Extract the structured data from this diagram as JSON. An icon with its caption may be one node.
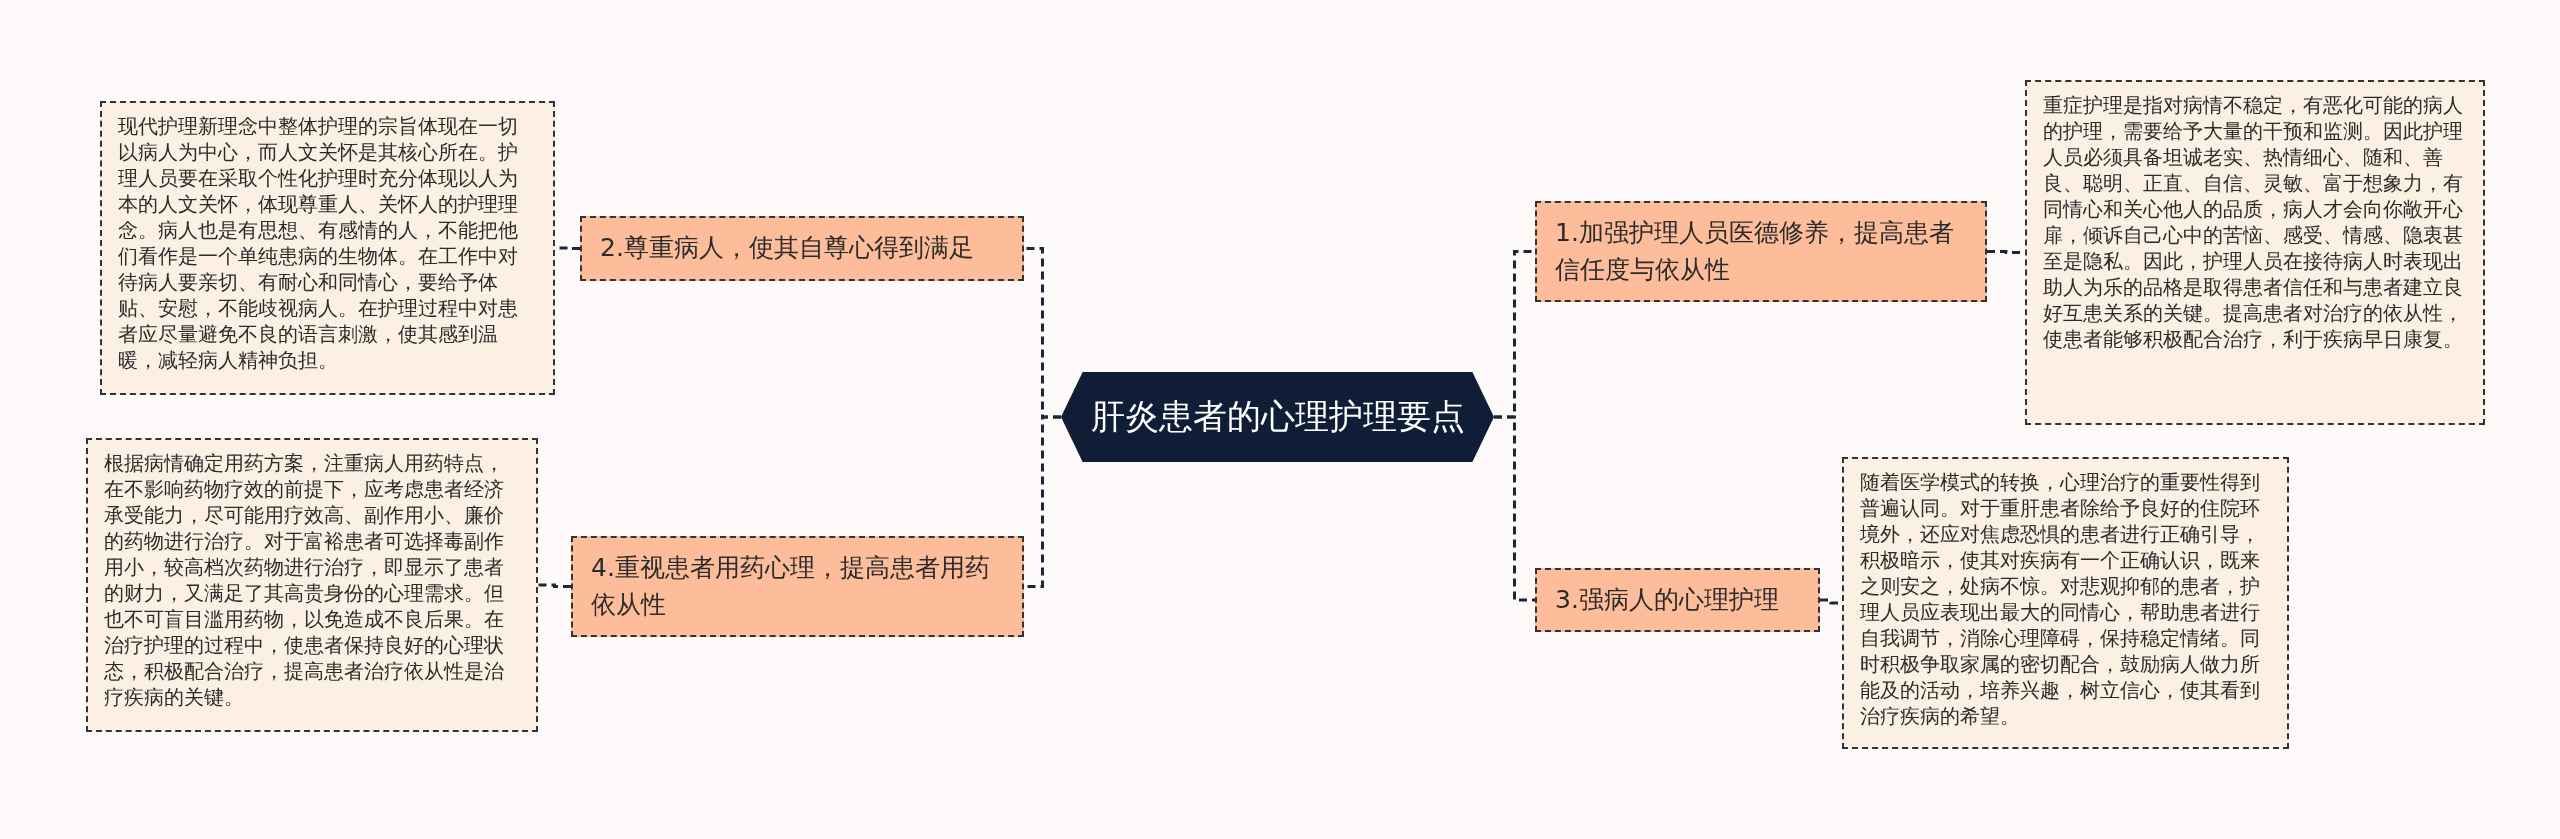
{
  "diagram": {
    "nodes": [
      {
        "text": [
          "肝炎患者的心理护理要点"
        ]
      },
      {
        "text": [
          "1.加强护理人员医德修养，提高患者信任度与依从性"
        ]
      },
      {
        "text": [
          "重症护理是指对病情不稳定，有恶化可能的病人的护理，需要给予大量的干预和监测。因此护理人员必须具备坦诚老实、热情细心、随和、善良、聪明、正直、自信、灵敏、富于想象力，有同情心和关心他人的品质，病人才会向你敞开心扉，倾诉自己心中的苦恼、感受、情感、隐衷甚至是隐私。因此，护理人员在接待病人时表现出助人为乐的品格是取得患者信任和与患者建立良好互患关系的关键。提高患者对治疗的依从性，使患者能够积极配合治疗，利于疾病早日康复。"
        ]
      },
      {
        "text": [
          "2.尊重病人，使其自尊心得到满足"
        ]
      },
      {
        "text": [
          "现代护理新理念中整体护理的宗旨体现在一切以病人为中心，而人文关怀是其核心所在。护理人员要在采取个性化护理时充分体现以人为本的人文关怀，体现尊重人、关怀人的护理理念。病人也是有思想、有感情的人，不能把他们看作是一个单纯患病的生物体。在工作中对待病人要亲切、有耐心和同情心，要给予体贴、安慰，不能歧视病人。在护理过程中对患者应尽量避免不良的语言刺激，使其感到温暖，减轻病人精神负担。"
        ]
      },
      {
        "text": [
          "3.强病人的心理护理"
        ]
      },
      {
        "text": [
          "随着医学模式的转换，心理治疗的重要性得到普遍认同。对于重肝患者除给予良好的住院环境外，还应对焦虑恐惧的患者进行正确引导，积极暗示，使其对疾病有一个正确认识，既来之则安之，处病不惊。对悲观抑郁的患者，护理人员应表现出最大的同情心，帮助患者进行自我调节，消除心理障碍，保持稳定情绪。同时积极争取家属的密切配合，鼓励病人做力所能及的活动，培养兴趣，树立信心，使其看到治疗疾病的希望。"
        ]
      },
      {
        "text": [
          "4.重视患者用药心理，提高患者用药依从性"
        ]
      },
      {
        "text": [
          "根据病情确定用药方案，注重病人用药特点，在不影响药物疗效的前提下，应考虑患者经济承受能力，尽可能用疗效高、副作用小、廉价的药物进行治疗。对于富裕患者可选择毒副作用小，较高档次药物进行治疗，即显示了患者的财力，又满足了其高贵身份的心理需求。但也不可盲目滥用药物，以免造成不良后果。在治疗护理的过程中，使患者保持良好的心理状态，积极配合治疗，提高患者治疗依从性是治疗疾病的关键。"
        ]
      }
    ],
    "edges": [
      {
        "from": 0,
        "to": 1,
        "arrow": "none"
      },
      {
        "from": 1,
        "to": 2,
        "arrow": "none"
      },
      {
        "from": 0,
        "to": 3,
        "arrow": "none"
      },
      {
        "from": 3,
        "to": 4,
        "arrow": "none"
      },
      {
        "from": 0,
        "to": 5,
        "arrow": "none"
      },
      {
        "from": 5,
        "to": 6,
        "arrow": "none"
      },
      {
        "from": 0,
        "to": 7,
        "arrow": "none"
      },
      {
        "from": 7,
        "to": 8,
        "arrow": "none"
      }
    ]
  }
}
